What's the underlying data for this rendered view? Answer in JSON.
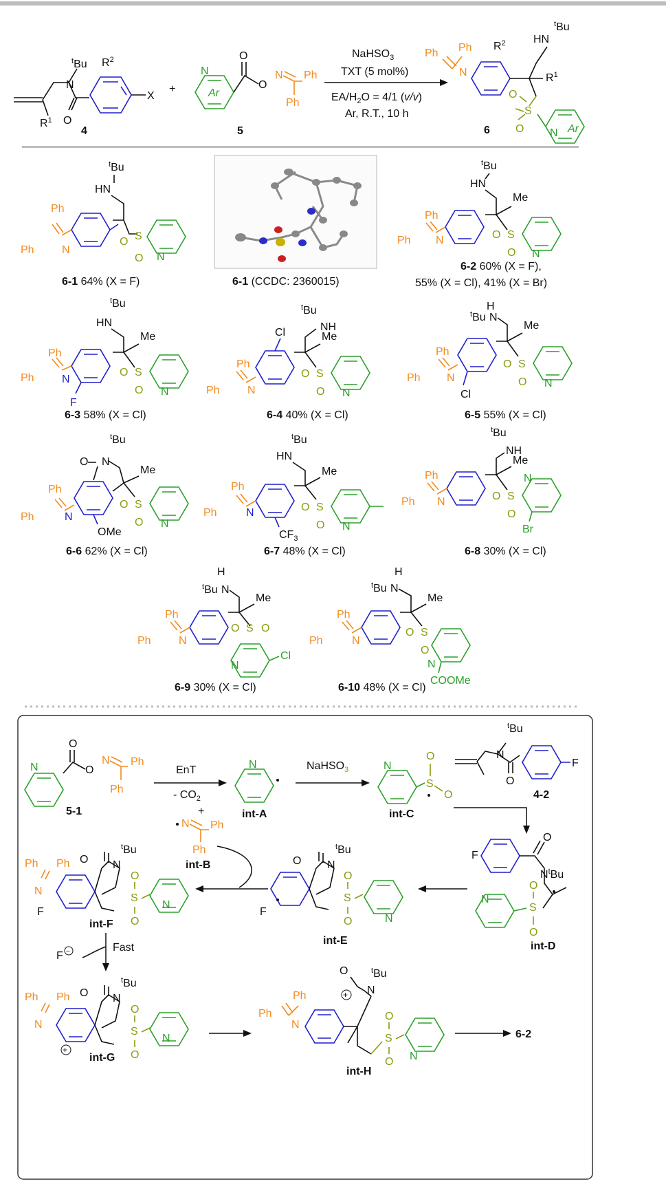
{
  "scheme": {
    "reagent_1": "NaHSO",
    "reagent_1_sub": "3",
    "reagent_2": "TXT (5 mol%)",
    "reagent_3_pre": "EA/H",
    "reagent_3_sub": "2",
    "reagent_3_post": "O = 4/1 (",
    "reagent_3_italic": "v/v",
    "reagent_3_end": ")",
    "reagent_4": "Ar, R.T., 10 h",
    "plus": "+",
    "compound_4": "4",
    "compound_5": "5",
    "compound_6": "6",
    "atoms": {
      "tBu": "Bu",
      "t": "t",
      "R2": "R",
      "two": "2",
      "R1": "R",
      "one": "1",
      "X": "X",
      "N": "N",
      "O": "O",
      "Ph": "Ph",
      "Ar": "Ar",
      "S": "S",
      "HN": "HN",
      "NH": "NH",
      "Me": "Me",
      "F": "F",
      "Cl": "Cl",
      "Br": "Br",
      "OMe": "OMe",
      "CF3": "CF",
      "three": "3",
      "COOMe": "COOMe"
    }
  },
  "products": [
    {
      "id": "6-1",
      "text": " 64% (X = F)"
    },
    {
      "id": "6-1",
      "text": " (CCDC: 2360015)"
    },
    {
      "id": "6-2",
      "text": " 60% (X = F),"
    },
    {
      "id": "",
      "text": "55% (X = Cl),  41% (X = Br)"
    },
    {
      "id": "6-3",
      "text": " 58% (X = Cl)"
    },
    {
      "id": "6-4",
      "text": " 40% (X = Cl)"
    },
    {
      "id": "6-5",
      "text": " 55% (X = Cl)"
    },
    {
      "id": "6-6",
      "text": " 62% (X = Cl)"
    },
    {
      "id": "6-7",
      "text": " 48% (X = Cl)"
    },
    {
      "id": "6-8",
      "text": " 30% (X = Cl)"
    },
    {
      "id": "6-9",
      "text": " 30% (X = Cl)"
    },
    {
      "id": "6-10",
      "text": " 48% (X = Cl)"
    }
  ],
  "mechanism": {
    "start": "5-1",
    "ent": "EnT",
    "co2": "- CO",
    "co2_sub": "2",
    "plus": "+",
    "int_a": "int-A",
    "int_b": "int-B",
    "nahso3": "NaHSO",
    "nahso3_sub": "3",
    "int_c": "int-C",
    "sub_4_2": "4-2",
    "int_d": "int-D",
    "int_e": "int-E",
    "int_f": "int-F",
    "fminus": "F",
    "fast": "Fast",
    "int_g": "int-G",
    "int_h": "int-H",
    "final": "6-2"
  },
  "colors": {
    "imine": "#f28a1e",
    "pyridine": "#2aa02a",
    "sulfonyl": "#8c9b10",
    "arene": "#1f1fcc"
  }
}
